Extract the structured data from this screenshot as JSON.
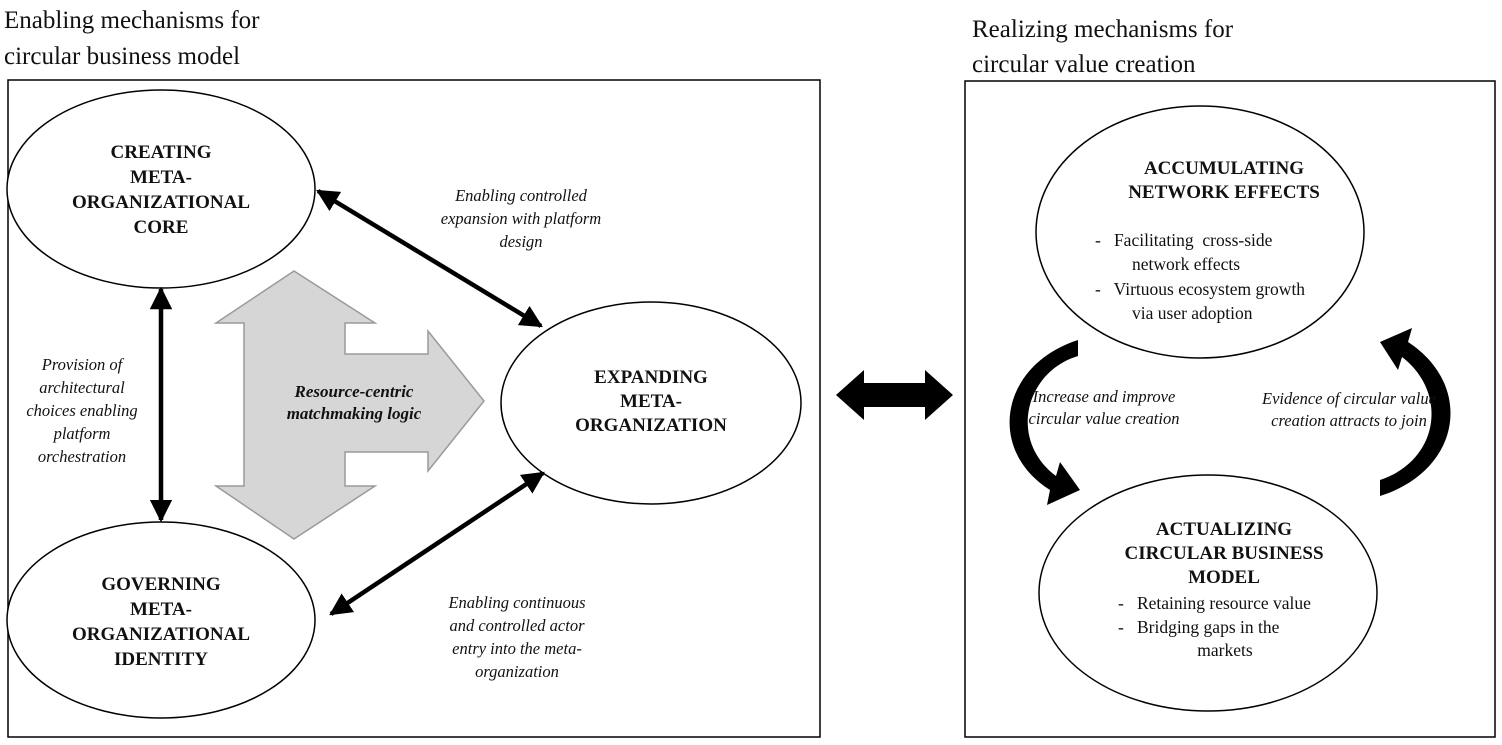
{
  "left_panel": {
    "heading": [
      "Enabling mechanisms for",
      "circular business model"
    ],
    "nodes": {
      "creating_core": [
        "CREATING",
        "META-",
        "ORGANIZATIONAL",
        "CORE"
      ],
      "expanding": [
        "EXPANDING",
        "META-",
        "ORGANIZATION"
      ],
      "governing_identity": [
        "GOVERNING",
        "META-",
        "ORGANIZATIONAL",
        "IDENTITY"
      ]
    },
    "labels": {
      "top_link": [
        "Enabling controlled",
        "expansion with platform",
        "design"
      ],
      "vertical_link": [
        "Provision of",
        "architectural",
        "choices enabling",
        "platform",
        "orchestration"
      ],
      "bottom_link": [
        "Enabling continuous",
        "and controlled actor",
        "entry into the meta-",
        "organization"
      ],
      "center_arrow": [
        "Resource-centric",
        "matchmaking logic"
      ]
    }
  },
  "right_panel": {
    "heading": [
      "Realizing mechanisms for",
      "circular value creation"
    ],
    "nodes": {
      "network_effects": {
        "title": [
          "ACCUMULATING",
          "NETWORK EFFECTS"
        ],
        "bullets": [
          "-   Facilitating  cross-side",
          "network effects",
          "-   Virtuous ecosystem growth",
          "via user adoption"
        ]
      },
      "business_model": {
        "title": [
          "ACTUALIZING",
          "CIRCULAR BUSINESS",
          "MODEL"
        ],
        "bullets": [
          "-   Retaining resource value",
          "-   Bridging gaps in the",
          "markets"
        ]
      }
    },
    "labels": {
      "left_cycle": [
        "Increase and improve",
        "circular value creation"
      ],
      "right_cycle": [
        "Evidence of circular value",
        "creation attracts to join"
      ]
    }
  }
}
